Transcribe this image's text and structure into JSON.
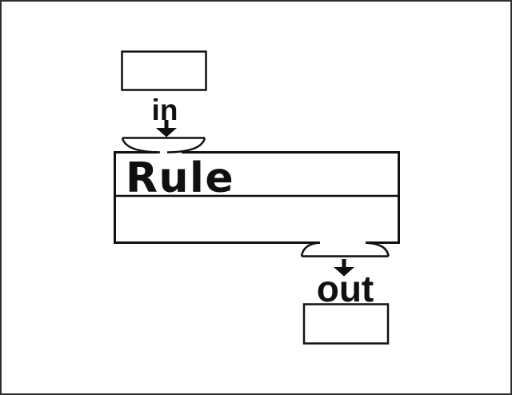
{
  "colors": {
    "background": "#ffffff",
    "ink": "#101010",
    "frame": "#2e2e2e"
  },
  "diagram": {
    "rule_block": {
      "title": "Rule"
    },
    "input": {
      "label": "in",
      "arrow_icon": "arrow-down"
    },
    "output": {
      "label": "out",
      "arrow_icon": "arrow-down"
    }
  }
}
